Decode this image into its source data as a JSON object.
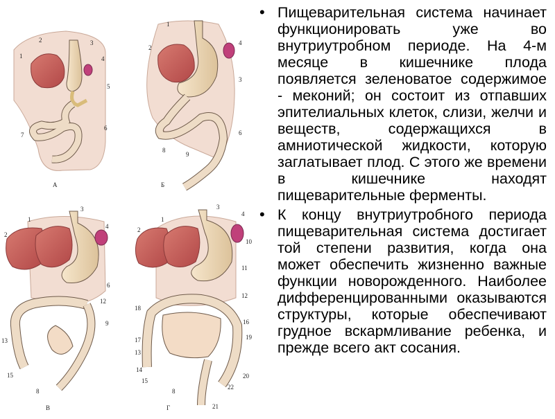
{
  "figure": {
    "panels": [
      {
        "letter": "А",
        "labels": [
          "1",
          "2",
          "3",
          "4",
          "5",
          "6",
          "7"
        ]
      },
      {
        "letter": "Б",
        "labels": [
          "1",
          "2",
          "3",
          "4",
          "6",
          "8",
          "9"
        ]
      },
      {
        "letter": "В",
        "labels": [
          "1",
          "2",
          "3",
          "4",
          "6",
          "12",
          "13",
          "15",
          "8",
          "9"
        ]
      },
      {
        "letter": "Г",
        "labels": [
          "1",
          "2",
          "3",
          "4",
          "10",
          "11",
          "12",
          "16",
          "17",
          "18",
          "13",
          "14",
          "15",
          "8",
          "19",
          "20",
          "22",
          "21"
        ]
      }
    ]
  },
  "text": {
    "paragraphs": [
      "Пищеварительная система начинает функционировать уже во внутриутробном периоде. На 4-м месяце в кишечнике плода появляется зеленоватое содержимое - меконий; он состоит из отпавших эпителиальных клеток, слизи, желчи и веществ, содержащихся в амниотической жидкости, которую заглатывает плод. С этого же времени в кишечнике находят пищеварительные ферменты.",
      "К концу внутриутробного периода пищеварительная система достигает той степени развития, когда она может обеспечить жизненно важные функции новорожденного. Наиболее дифференцированными оказываются структуры, которые обеспечивают грудное вскармливание ребенка, и прежде всего акт сосания."
    ]
  },
  "colors": {
    "liver": "#c85a5a",
    "stomach": "#eed9ba",
    "mesentery": "#f2ddd2",
    "spleen": "#c0407a",
    "intestine": "#eedcc6",
    "outline": "#6e5a4a"
  }
}
